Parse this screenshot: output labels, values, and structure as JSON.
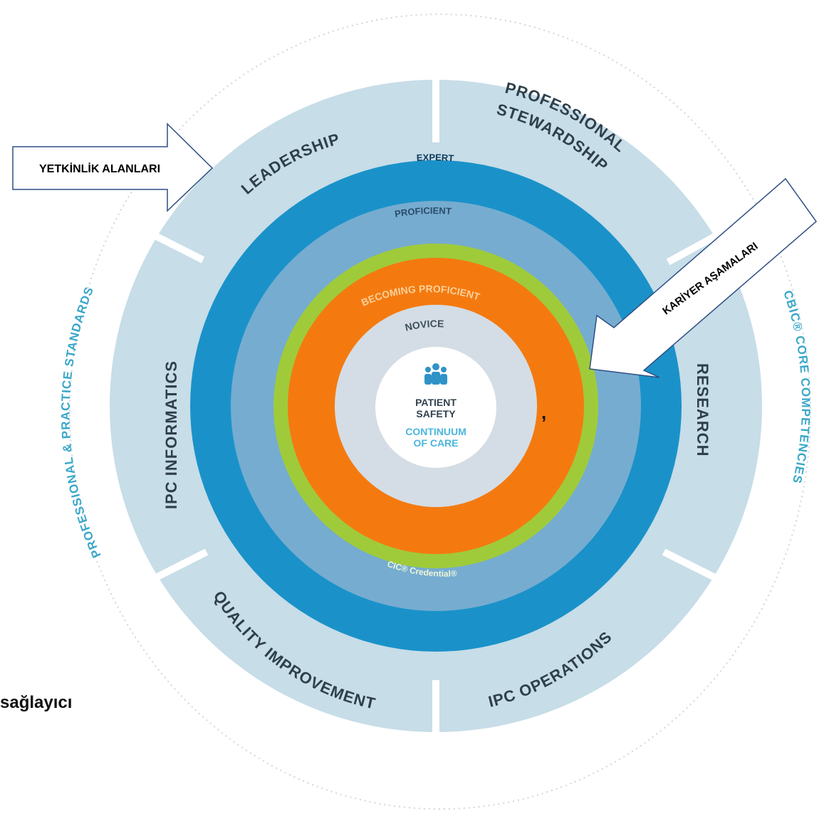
{
  "colors": {
    "outer_ring": "#c7dde8",
    "outer_text": "#2e3f4a",
    "expert": "#1a92c9",
    "proficient": "#76acd0",
    "green": "#9fcb3a",
    "orange": "#f47a10",
    "novice": "#d4dde5",
    "center": "#ffffff",
    "outer_label": "#39a7c9",
    "arrow_stroke": "#2f4f84"
  },
  "domains": {
    "leadership": "LEADERSHIP",
    "stewardship_line1": "PROFESSIONAL",
    "stewardship_line2": "STEWARDSHIP",
    "research": "RESEARCH",
    "ipc_operations": "IPC OPERATIONS",
    "quality_improvement": "QUALITY IMPROVEMENT",
    "ipc_informatics": "IPC INFORMATICS"
  },
  "stages": {
    "expert": "EXPERT",
    "proficient": "PROFICIENT",
    "becoming_proficient": "BECOMING PROFICIENT",
    "novice": "NOVICE",
    "credential": "CIC® Credential®"
  },
  "center": {
    "icon": "people-icon",
    "line1": "PATIENT",
    "line2": "SAFETY",
    "line3": "CONTINUUM",
    "line4": "OF CARE"
  },
  "outer_labels": {
    "left": "PROFESSIONAL & PRACTICE STANDARDS",
    "right": "CBIC® CORE COMPETENCIES"
  },
  "callouts": {
    "left_arrow": "YETKİNLİK ALANLARI",
    "right_arrow": "KARİYER AŞAMALARI"
  },
  "stray": {
    "comma": ",",
    "partial_word": "sağlayıcı"
  }
}
